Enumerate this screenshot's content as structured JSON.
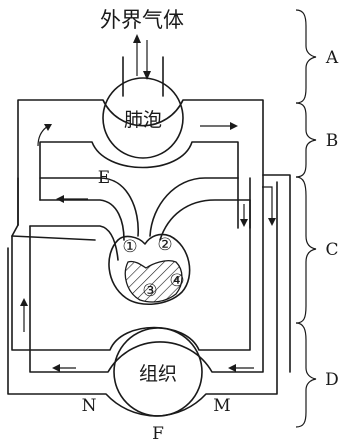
{
  "diagram": {
    "top_label": "外界气体",
    "lung_label": "肺泡",
    "tissue_label": "组织",
    "vessel_labels": {
      "e": "E",
      "n": "N",
      "m": "M",
      "f": "F"
    },
    "heart_chambers": [
      "①",
      "②",
      "③",
      "④"
    ],
    "brace_labels": [
      "A",
      "B",
      "C",
      "D"
    ]
  }
}
